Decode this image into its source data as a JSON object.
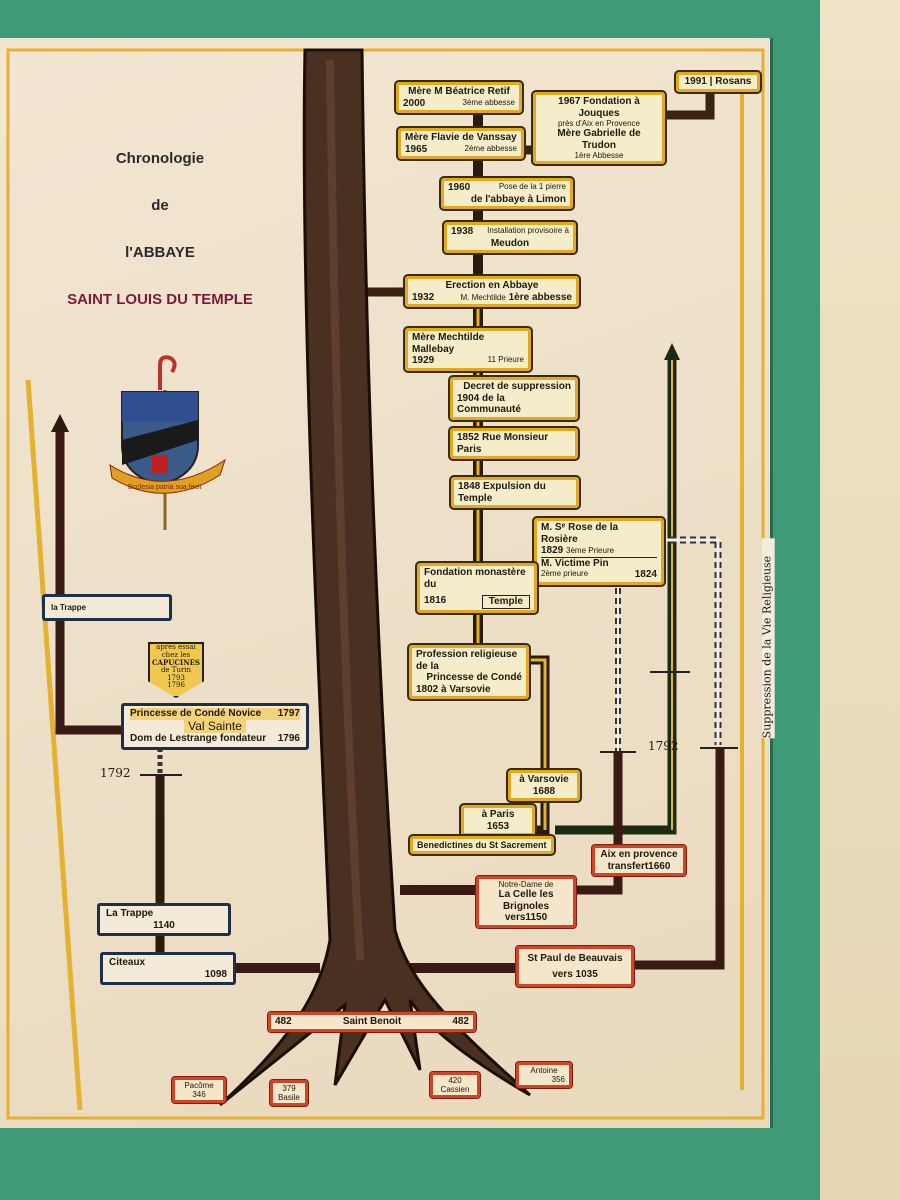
{
  "title": {
    "line1": "Chronologie",
    "line2": "de",
    "line3": "l'ABBAYE",
    "line4": "SAINT LOUIS DU TEMPLE"
  },
  "coat_of_arms": {
    "motto": "Ecclesia patria sua fecit"
  },
  "right_branch": [
    {
      "name": "Mère M Béatrice Retif",
      "year": "2000",
      "note": "3ème abbesse"
    },
    {
      "name": "Mère Flavie de Vanssay",
      "year": "1965",
      "note": "2ème abbesse"
    },
    {
      "year": "1967",
      "title": "Fondation à Jouques",
      "sub": "près d'Aix en Provence",
      "name": "Mère Gabrielle de Trudon",
      "note": "1ère Abbesse"
    },
    {
      "year": "1991",
      "title": "Rosans"
    },
    {
      "year": "1960",
      "line1": "Pose de la 1 pierre",
      "line2": "de l'abbaye à Limon"
    },
    {
      "year": "1938",
      "line1": "Installation provisoire à",
      "line2": "Meudon"
    },
    {
      "year": "1932",
      "line1": "Erection en Abbaye",
      "name": "M. Mechtilde",
      "note": "1ère abbesse"
    },
    {
      "name": "Mère Mechtilde Mallebay",
      "year": "1929",
      "note": "11 Prieure"
    },
    {
      "year": "1904",
      "line1": "Decret de suppression",
      "line2": "de la Communauté"
    },
    {
      "year": "1852",
      "text": "Rue Monsieur Paris"
    },
    {
      "year": "1848",
      "text": "Expulsion du Temple"
    },
    {
      "name": "M. Sᵉ Rose de la Rosière",
      "year": "1829",
      "note": "3ème Prieure",
      "name2": "M. Victime Pin",
      "note2": "2ème prieure",
      "year2": "1824"
    },
    {
      "line1": "Fondation monastère du",
      "year": "1816",
      "line2": "Temple"
    },
    {
      "line1": "Profession religieuse de la",
      "line2": "Princesse de Condé",
      "year": "1802",
      "line3": "à Varsovie"
    }
  ],
  "lower": {
    "varsovie": {
      "text": "à Varsovie",
      "year": "1688"
    },
    "paris": {
      "text": "à Paris",
      "year": "1653"
    },
    "benedictines": "Benedictines du St Sacrement",
    "aix": {
      "line1": "Aix en provence",
      "line2": "transfert1660"
    },
    "notre_dame": {
      "line1": "Notre-Dame de",
      "line2": "La Celle les Brignoles",
      "line3": "vers1150"
    },
    "st_paul": {
      "line1": "St Paul de Beauvais",
      "line2": "vers 1035"
    },
    "saint_benoit": {
      "name": "Saint Benoit",
      "year_left": "482",
      "year_right": "482"
    },
    "roots": [
      {
        "name": "Pacôme",
        "year": "346"
      },
      {
        "name": "Basile",
        "year": "379"
      },
      {
        "name": "Cassien",
        "year": "420"
      },
      {
        "name": "Antoine",
        "year": "356"
      }
    ]
  },
  "left_branch": {
    "la_trappe_top": "la Trappe",
    "capucines": {
      "l1": "après essai",
      "l2": "chez les",
      "l3": "CAPUCINES",
      "l4": "de Turin",
      "l5": "1793",
      "l6": "1796"
    },
    "val_sainte": {
      "line1": "Princesse de Condé  Novice",
      "year1": "1797",
      "name": "Val Sainte",
      "line2": "Dom de Lestrange fondateur",
      "year2": "1796"
    },
    "year_1792": "1792",
    "la_trappe": {
      "name": "La Trappe",
      "year": "1140"
    },
    "citeaux": {
      "name": "Citeaux",
      "year": "1098"
    }
  },
  "right_year_1792": "1792",
  "vertical_note": "Suppression de la Vie Religieuse"
}
